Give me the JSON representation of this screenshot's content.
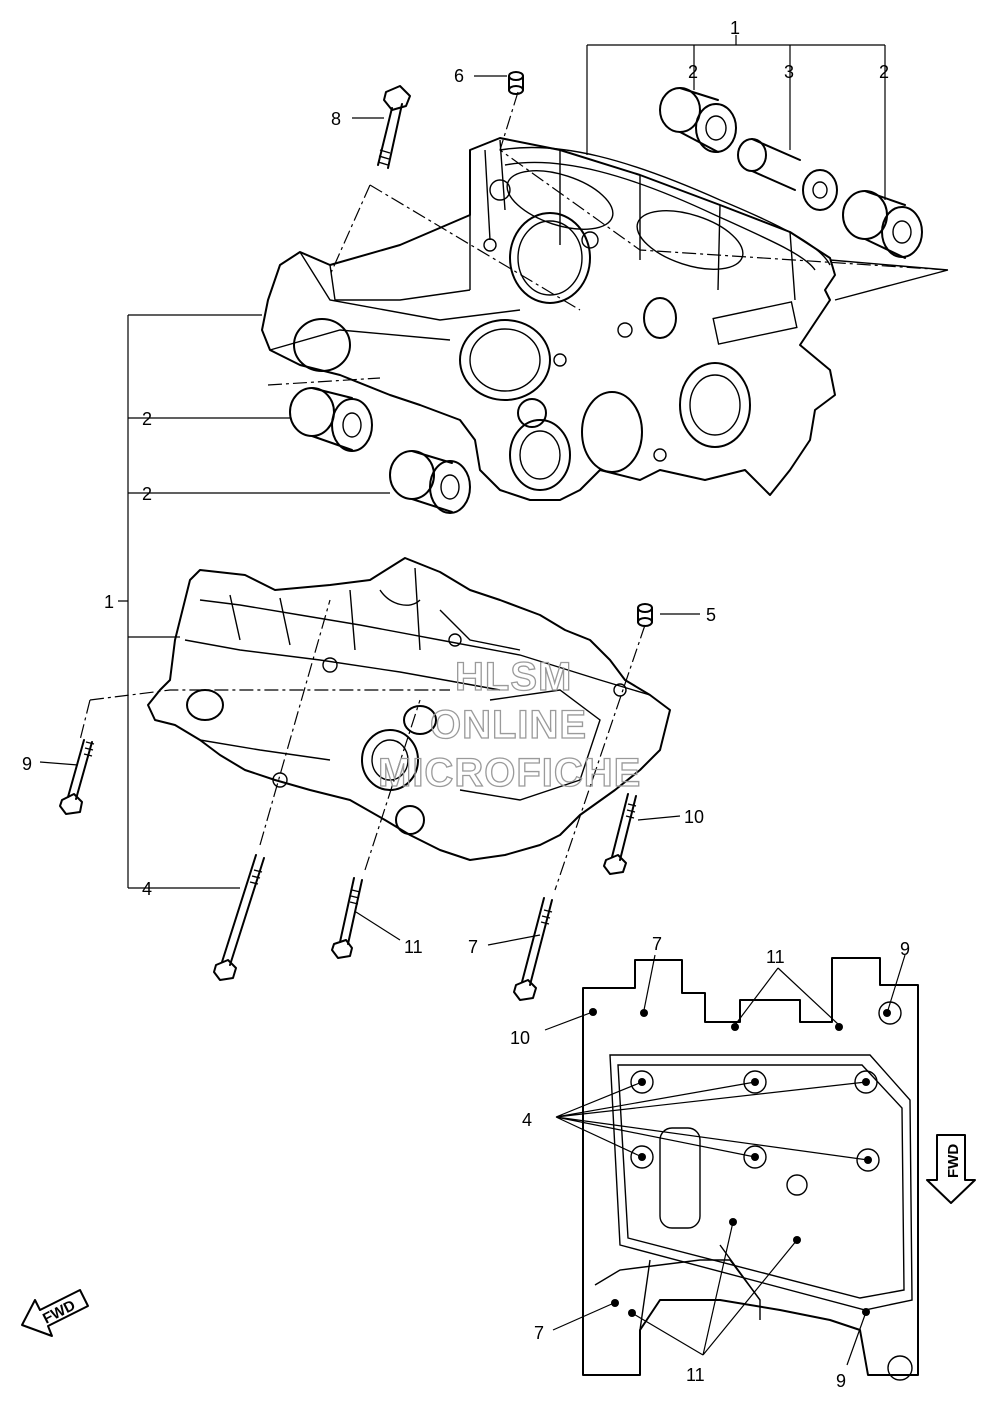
{
  "callouts": {
    "c1_top": "1",
    "c2_a": "2",
    "c3": "3",
    "c2_b": "2",
    "c6": "6",
    "c8": "8",
    "c2_left_a": "2",
    "c2_left_b": "2",
    "c1_left": "1",
    "c5": "5",
    "c9_left": "9",
    "c10_right": "10",
    "c4_left": "4",
    "c11_mid": "11",
    "c7_mid": "7",
    "inset_7_top": "7",
    "inset_11_top": "11",
    "inset_9_top": "9",
    "inset_10": "10",
    "inset_4": "4",
    "inset_7_bottom": "7",
    "inset_11_bottom": "11",
    "inset_9_bottom": "9"
  },
  "fwd_labels": {
    "inset": "FWD",
    "corner": "FWD"
  },
  "watermark": {
    "line1": "HLSM",
    "line2": "ONLINE",
    "line3": "MICROFICHE"
  },
  "colors": {
    "ink": "#000000",
    "background": "#ffffff",
    "watermark": "#9a9a9a"
  }
}
